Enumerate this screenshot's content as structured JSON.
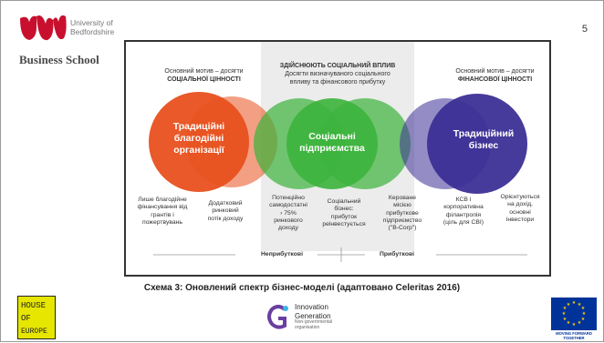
{
  "page_number": "5",
  "header": {
    "university": [
      "University of",
      "Bedfordshire"
    ],
    "school": "Business School"
  },
  "diagram": {
    "left_header": {
      "line1": "Основний мотив – досягти",
      "line2": "СОЦІАЛЬНОЇ ЦІННОСТІ"
    },
    "center_header": {
      "line1": "ЗДІЙСНЮЮТЬ СОЦІАЛЬНИЙ ВПЛИВ",
      "line2": "Досягти визначуваного соціального",
      "line3": "впливу та фінансового прибутку"
    },
    "right_header": {
      "line1": "Основний мотив – досягти",
      "line2": "ФІНАНСОВОЇ ЦІННОСТІ"
    },
    "circles": {
      "traditional_charity": [
        "Традиційні",
        "благодійні",
        "організації"
      ],
      "social_enterprise": [
        "Соціальні",
        "підприємства"
      ],
      "traditional_business": [
        "Традиційний",
        "бізнес"
      ]
    },
    "bottom_labels": [
      [
        "Лише благодійне",
        "фінансування від",
        "грантів і",
        "пожертвувань"
      ],
      [
        "Додатковий",
        "ринковий",
        "потік доходу"
      ],
      [
        "Потенційно",
        "самодостатні",
        "› 75%",
        "ринкового",
        "доходу"
      ],
      [
        "Соціальний",
        "бізнес:",
        "прибуток",
        "реінвестується"
      ],
      [
        "Кероване",
        "місією",
        "прибуткове",
        "підприємство",
        "(\"B-Corp\")"
      ],
      [
        "КСВ і",
        "корпоративна",
        "філантропія",
        "(ціль для СВІ)"
      ],
      [
        "Орієнтуються",
        "на дохід,",
        "основні",
        "інвестори"
      ]
    ],
    "axis": {
      "non_profit": "Неприбуткові",
      "profit": "Прибуткові"
    },
    "colors": {
      "orange": "#e8501e",
      "green": "#3cb43c",
      "purple": "#3c2f96",
      "shade": "#ececec"
    }
  },
  "caption": "Схема 3: Оновлений спектр бізнес-моделі (адаптовано Celeritas 2016)",
  "footer": {
    "house_of_europe": [
      "HOUSE",
      "OF",
      "EUROPE"
    ],
    "innovation_generation": {
      "line1": "Innovation",
      "line2": "Generation",
      "sub1": "Non-governmental",
      "sub2": "organisation"
    },
    "eu_tagline": [
      "MOVING FORWARD",
      "TOGETHER"
    ]
  }
}
